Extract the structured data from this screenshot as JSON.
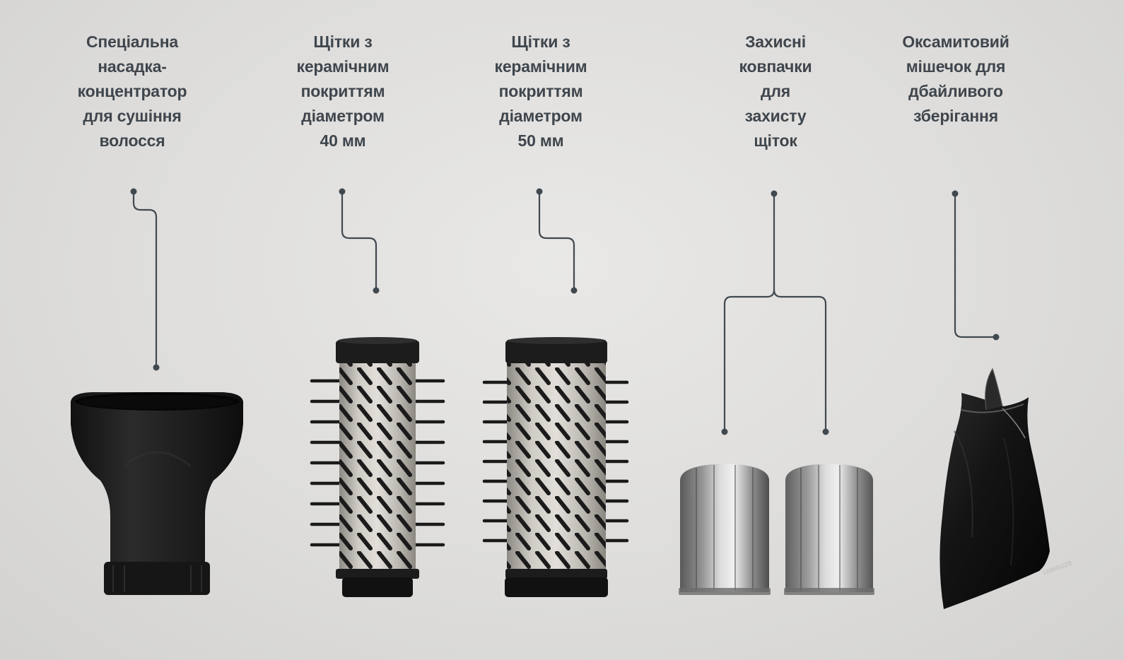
{
  "accessories": [
    {
      "id": "concentrator",
      "label": "Спеціальна\nнасадка-\nконцентратор\nдля сушіння\nволосся"
    },
    {
      "id": "brush-40",
      "label": "Щітки з\nкерамічним\nпокриттям\nдіаметром\n40 мм"
    },
    {
      "id": "brush-50",
      "label": "Щітки з\nкерамічним\nпокриттям\nдіаметром\n50 мм"
    },
    {
      "id": "caps",
      "label": "Захисні\nковпачки\nдля\nзахисту\nщіток"
    },
    {
      "id": "pouch",
      "label": "Оксамитовий\nмішечок для\nдбайливого\nзберігання"
    }
  ],
  "pouch_brand": "rowenta",
  "colors": {
    "text": "#3f464d",
    "leader_line": "#414950",
    "background": "#e4e3e1"
  }
}
